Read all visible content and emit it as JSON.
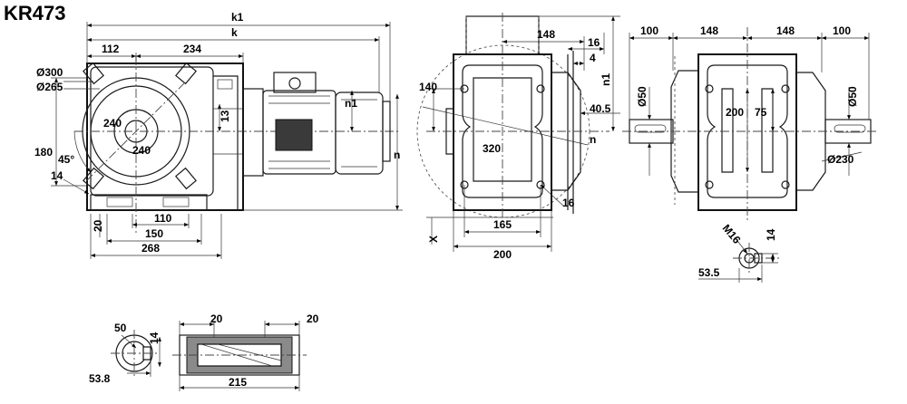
{
  "title": "KR473",
  "dimensions": {
    "k1": "k1",
    "k": "k",
    "d112": "112",
    "d234": "234",
    "d300": "Ø300",
    "d265": "Ø265",
    "d240a": "240",
    "d240b": "240",
    "d13": "13",
    "n1a": "n1",
    "d180": "180",
    "d45": "45°",
    "d14a": "14",
    "d20a": "20",
    "d110": "110",
    "d150": "150",
    "d268": "268",
    "na": "n",
    "d148a": "148",
    "d16a": "16",
    "d4": "4",
    "n1b": "n1",
    "d140": "140",
    "d405": "40.5",
    "d320": "320",
    "nb": "n",
    "d16b": "16",
    "dX": "X",
    "d165": "165",
    "d200a": "200",
    "d100a": "100",
    "d148b": "148",
    "d148c": "148",
    "d100b": "100",
    "d50a": "Ø50",
    "d200b": "200",
    "d75": "75",
    "d50b": "Ø50",
    "d230": "Ø230",
    "dM16": "M16",
    "d14b": "14",
    "d535": "53.5",
    "d50c": "50",
    "d14c": "14",
    "d538": "53.8",
    "d20b": "20",
    "d20c": "20",
    "d215": "215"
  }
}
